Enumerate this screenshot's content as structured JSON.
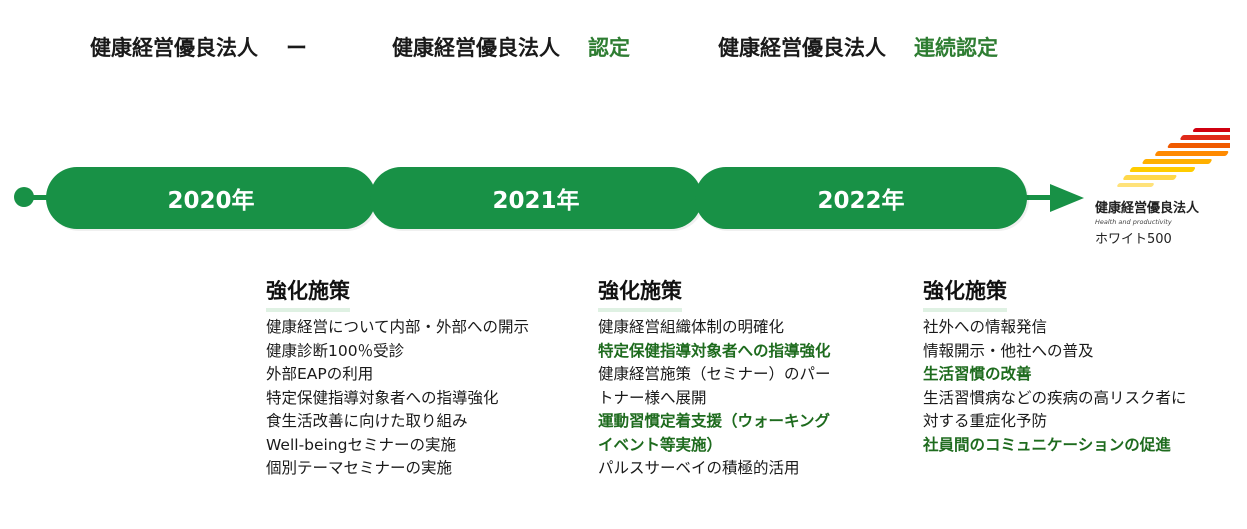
{
  "header": {
    "items": [
      {
        "label": "健康経営優良法人",
        "status": "ー"
      },
      {
        "label": "健康経営優良法人",
        "status": "認定"
      },
      {
        "label": "健康経営優良法人",
        "status": "連続認定"
      }
    ]
  },
  "timeline": {
    "years": [
      "2020年",
      "2021年",
      "2022年"
    ],
    "colors": {
      "accent": "#189146",
      "highlight_text": "#1e6b1e"
    }
  },
  "logo": {
    "title": "健康経営優良法人",
    "subtitle": "Health and productivity",
    "grade": "ホワイト500"
  },
  "measures": [
    {
      "heading": "強化施策",
      "items": [
        {
          "text": "健康経営について内部・外部への開示",
          "highlight": false
        },
        {
          "text": "健康診断100％受診",
          "highlight": false
        },
        {
          "text": "外部EAPの利用",
          "highlight": false
        },
        {
          "text": "特定保健指導対象者への指導強化",
          "highlight": false
        },
        {
          "text": "食生活改善に向けた取り組み",
          "highlight": false
        },
        {
          "text": "Well-beingセミナーの実施",
          "highlight": false
        },
        {
          "text": "個別テーマセミナーの実施",
          "highlight": false
        }
      ]
    },
    {
      "heading": "強化施策",
      "items": [
        {
          "text": "健康経営組織体制の明確化",
          "highlight": false
        },
        {
          "text": "特定保健指導対象者への指導強化",
          "highlight": true
        },
        {
          "text": "健康経営施策（セミナー）のパー",
          "highlight": false
        },
        {
          "text": "トナー様へ展開",
          "highlight": false
        },
        {
          "text": "運動習慣定着支援（ウォーキング",
          "highlight": true
        },
        {
          "text": "イベント等実施）",
          "highlight": true
        },
        {
          "text": "パルスサーベイの積極的活用",
          "highlight": false
        }
      ]
    },
    {
      "heading": "強化施策",
      "items": [
        {
          "text": "社外への情報発信",
          "highlight": false
        },
        {
          "text": "情報開示・他社への普及",
          "highlight": false
        },
        {
          "text": "生活習慣の改善",
          "highlight": true
        },
        {
          "text": "生活習慣病などの疾病の高リスク者に",
          "highlight": false
        },
        {
          "text": "対する重症化予防",
          "highlight": false
        },
        {
          "text": "社員間のコミュニケーションの促進",
          "highlight": true
        }
      ]
    }
  ]
}
